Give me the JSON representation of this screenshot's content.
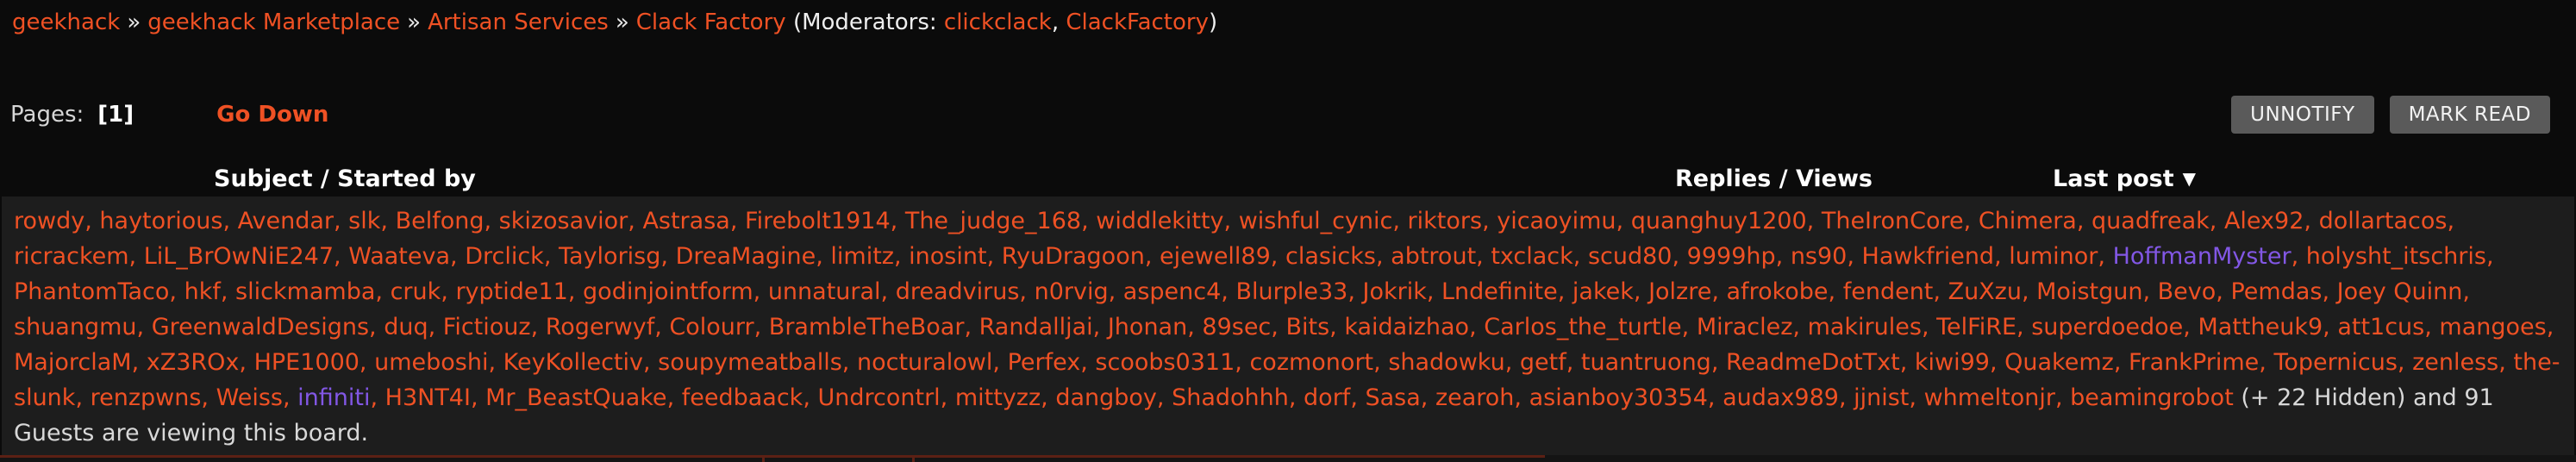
{
  "breadcrumb": {
    "separator": "»",
    "links": [
      "geekhack",
      "geekhack Marketplace",
      "Artisan Services",
      "Clack Factory"
    ],
    "moderators_prefix": "(Moderators: ",
    "moderators": [
      "clickclack",
      "ClackFactory"
    ],
    "comma": ", ",
    "moderators_suffix": ")"
  },
  "toolbar": {
    "pages_label": "Pages:",
    "current_page": "[1]",
    "go_down_label": "Go Down",
    "unnotify_label": "UNNOTIFY",
    "mark_read_label": "MARK READ"
  },
  "table_header": {
    "subject": "Subject / Started by",
    "replies": "Replies / Views",
    "last_post": "Last post",
    "sort_arrow": "▼"
  },
  "viewers": {
    "users": [
      "rowdy",
      "haytorious",
      "Avendar",
      "slk",
      "Belfong",
      "skizosavior",
      "Astrasa",
      "Firebolt1914",
      "The_judge_168",
      "widdlekitty",
      "wishful_cynic",
      "riktors",
      "yicaoyimu",
      "quanghuy1200",
      "TheIronCore",
      "Chimera",
      "quadfreak",
      "Alex92",
      "dollartacos",
      "ricrackem",
      "LiL_BrOwNiE247",
      "Waateva",
      "Drclick",
      "Taylorisg",
      "DreaMagine",
      "limitz",
      "inosint",
      "RyuDragoon",
      "ejewell89",
      "clasicks",
      "abtrout",
      "txclack",
      "scud80",
      "9999hp",
      "ns90",
      "Hawkfriend",
      "luminor",
      "HoffmanMyster",
      "holysht_itschris",
      "PhantomTaco",
      "hkf",
      "slickmamba",
      "cruk",
      "ryptide11",
      "godinjointform",
      "unnatural",
      "dreadvirus",
      "n0rvig",
      "aspenc4",
      "Blurple33",
      "Jokrik",
      "Lndefinite",
      "jakek",
      "Jolzre",
      "afrokobe",
      "fendent",
      "ZuXzu",
      "Moistgun",
      "Bevo",
      "Pemdas",
      "Joey Quinn",
      "shuangmu",
      "GreenwaldDesigns",
      "duq",
      "Fictiouz",
      "Rogerwyf",
      "Colourr",
      "BrambleTheBoar",
      "Randalljai",
      "Jhonan",
      "89sec",
      "Bits",
      "kaidaizhao",
      "Carlos_the_turtle",
      "Miraclez",
      "makirules",
      "TelFiRE",
      "superdoedoe",
      "Mattheuk9",
      "att1cus",
      "mangoes",
      "MajorclaM",
      "xZ3ROx",
      "HPE1000",
      "umeboshi",
      "KeyKollectiv",
      "soupymeatballs",
      "nocturalowl",
      "Perfex",
      "scoobs0311",
      "cozmonort",
      "shadowku",
      "getf",
      "tuantruong",
      "ReadmeDotTxt",
      "kiwi99",
      "Quakemz",
      "FrankPrime",
      "Topernicus",
      "zenless",
      "the-slunk",
      "renzpwns",
      "Weiss",
      "infiniti",
      "H3NT4I",
      "Mr_BeastQuake",
      "feedbaack",
      "Undrcontrl",
      "mittyzz",
      "dangboy",
      "Shadohhh",
      "dorf",
      "Sasa",
      "zearoh",
      "asianboy30354",
      "audax989",
      "jjnist",
      "whmeltonjr",
      "beamingrobot"
    ],
    "purple_users": [
      "HoffmanMyster",
      "infiniti"
    ],
    "suffix": "(+ 22 Hidden) and 91 Guests are viewing this board."
  },
  "colors": {
    "accent_orange": "#ef5124",
    "purple_user": "#8257e5",
    "button_bg": "#5a5a5a",
    "panel_bg": "#1d1d1d",
    "page_bg": "#0b0b0b",
    "muted_text": "#d8d8d8"
  }
}
